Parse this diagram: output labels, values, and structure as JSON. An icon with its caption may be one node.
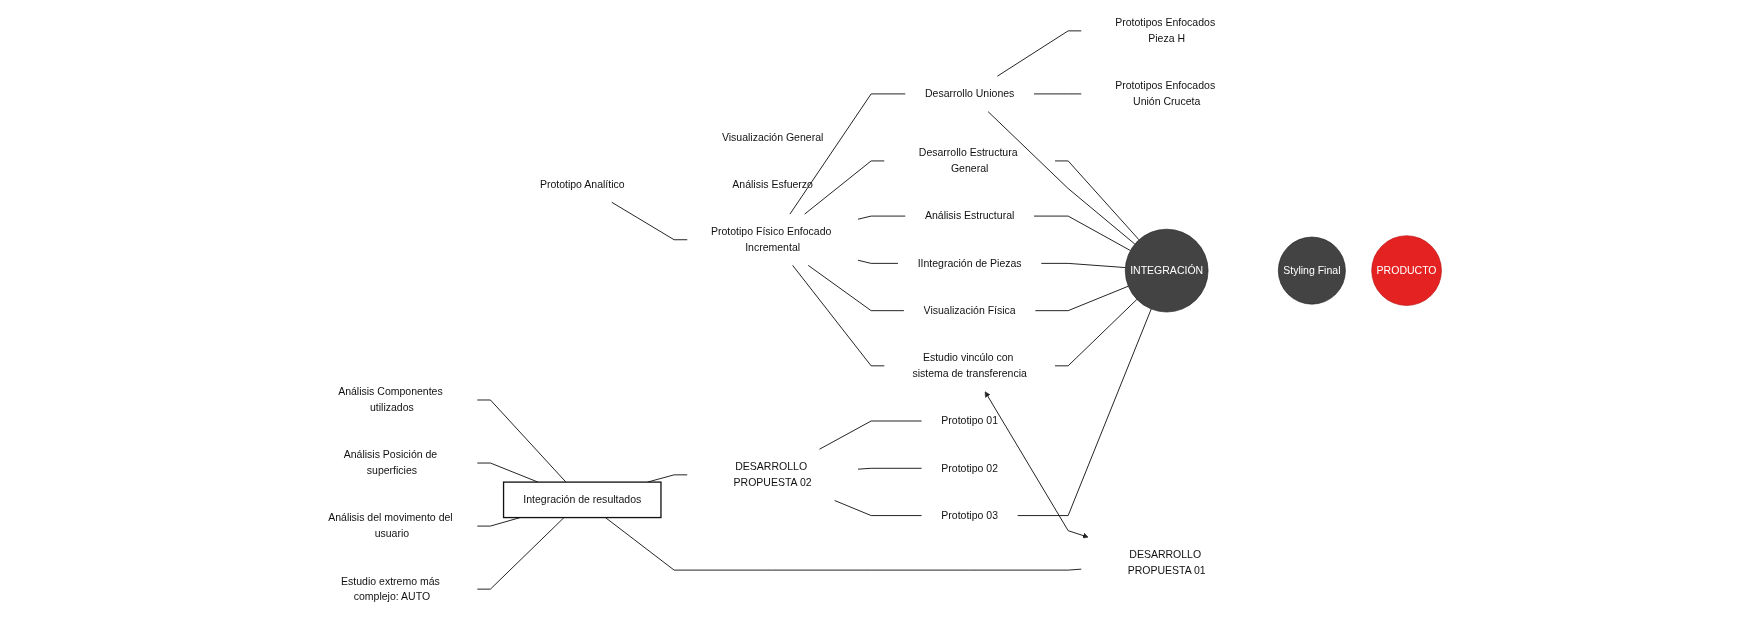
{
  "diagram": {
    "nodes": [
      {
        "text": [
          "Prototipo Analítico"
        ],
        "beside": [
          "Visualización General",
          "Análisis Esfuerzo"
        ]
      },
      {
        "text": [
          "Prototipo Físico Enfocado Incremental"
        ]
      },
      {
        "text": [
          "Desarrollo Estructura General"
        ]
      },
      {
        "text": [
          "Desarrollo Uniones"
        ]
      },
      {
        "text": [
          "Prototipos Enfocados Pieza H"
        ]
      },
      {
        "text": [
          "Prototipos Enfocados Unión Cruceta"
        ]
      },
      {
        "text": [
          "Análisis Estructural"
        ]
      },
      {
        "text": [
          "IIntegración de Piezas"
        ]
      },
      {
        "text": [
          "Visualización Física"
        ]
      },
      {
        "text": [
          "Estudio vincúlo con sistema de transferencia"
        ]
      },
      {
        "text": [
          "INTEGRACIÓN"
        ]
      },
      {
        "text": [
          "Styling Final"
        ]
      },
      {
        "text": [
          "PRODUCTO"
        ]
      },
      {
        "text": [
          "Análisis Componentes utilizados"
        ]
      },
      {
        "text": [
          "Análisis Posición de superficies"
        ]
      },
      {
        "text": [
          "Análisis del movimento del usuario"
        ]
      },
      {
        "text": [
          "Estudio extremo más complejo: AUTO"
        ]
      },
      {
        "text": [
          "Integración de resultados"
        ]
      },
      {
        "text": [
          "DESARROLLO PROPUESTA 01"
        ]
      },
      {
        "text": [
          "DESARROLLO PROPUESTA 02"
        ]
      },
      {
        "text": [
          "Prototipo 01"
        ]
      },
      {
        "text": [
          "Prototipo 02"
        ]
      },
      {
        "text": [
          "Prototipo 03"
        ]
      }
    ],
    "edges": [
      {
        "from": 0,
        "to": 1,
        "arrow": "none"
      },
      {
        "from": 1,
        "to": 2,
        "arrow": "none"
      },
      {
        "from": 1,
        "to": 3,
        "arrow": "none"
      },
      {
        "from": 1,
        "to": 6,
        "arrow": "none"
      },
      {
        "from": 1,
        "to": 7,
        "arrow": "none"
      },
      {
        "from": 1,
        "to": 8,
        "arrow": "none"
      },
      {
        "from": 1,
        "to": 9,
        "arrow": "none"
      },
      {
        "from": 3,
        "to": 4,
        "arrow": "none"
      },
      {
        "from": 3,
        "to": 5,
        "arrow": "none"
      },
      {
        "from": 2,
        "to": 10,
        "arrow": "none"
      },
      {
        "from": 3,
        "to": 10,
        "arrow": "none"
      },
      {
        "from": 6,
        "to": 10,
        "arrow": "none"
      },
      {
        "from": 7,
        "to": 10,
        "arrow": "none"
      },
      {
        "from": 8,
        "to": 10,
        "arrow": "none"
      },
      {
        "from": 9,
        "to": 10,
        "arrow": "none"
      },
      {
        "from": 9,
        "to": 18,
        "arrow": "both"
      },
      {
        "from": 13,
        "to": 17,
        "arrow": "none"
      },
      {
        "from": 14,
        "to": 17,
        "arrow": "none"
      },
      {
        "from": 15,
        "to": 17,
        "arrow": "none"
      },
      {
        "from": 16,
        "to": 17,
        "arrow": "none"
      },
      {
        "from": 17,
        "to": 18,
        "arrow": "none"
      },
      {
        "from": 17,
        "to": 19,
        "arrow": "none"
      },
      {
        "from": 19,
        "to": 20,
        "arrow": "none"
      },
      {
        "from": 19,
        "to": 21,
        "arrow": "none"
      },
      {
        "from": 19,
        "to": 22,
        "arrow": "none"
      },
      {
        "from": 22,
        "to": 10,
        "arrow": "none"
      }
    ]
  }
}
